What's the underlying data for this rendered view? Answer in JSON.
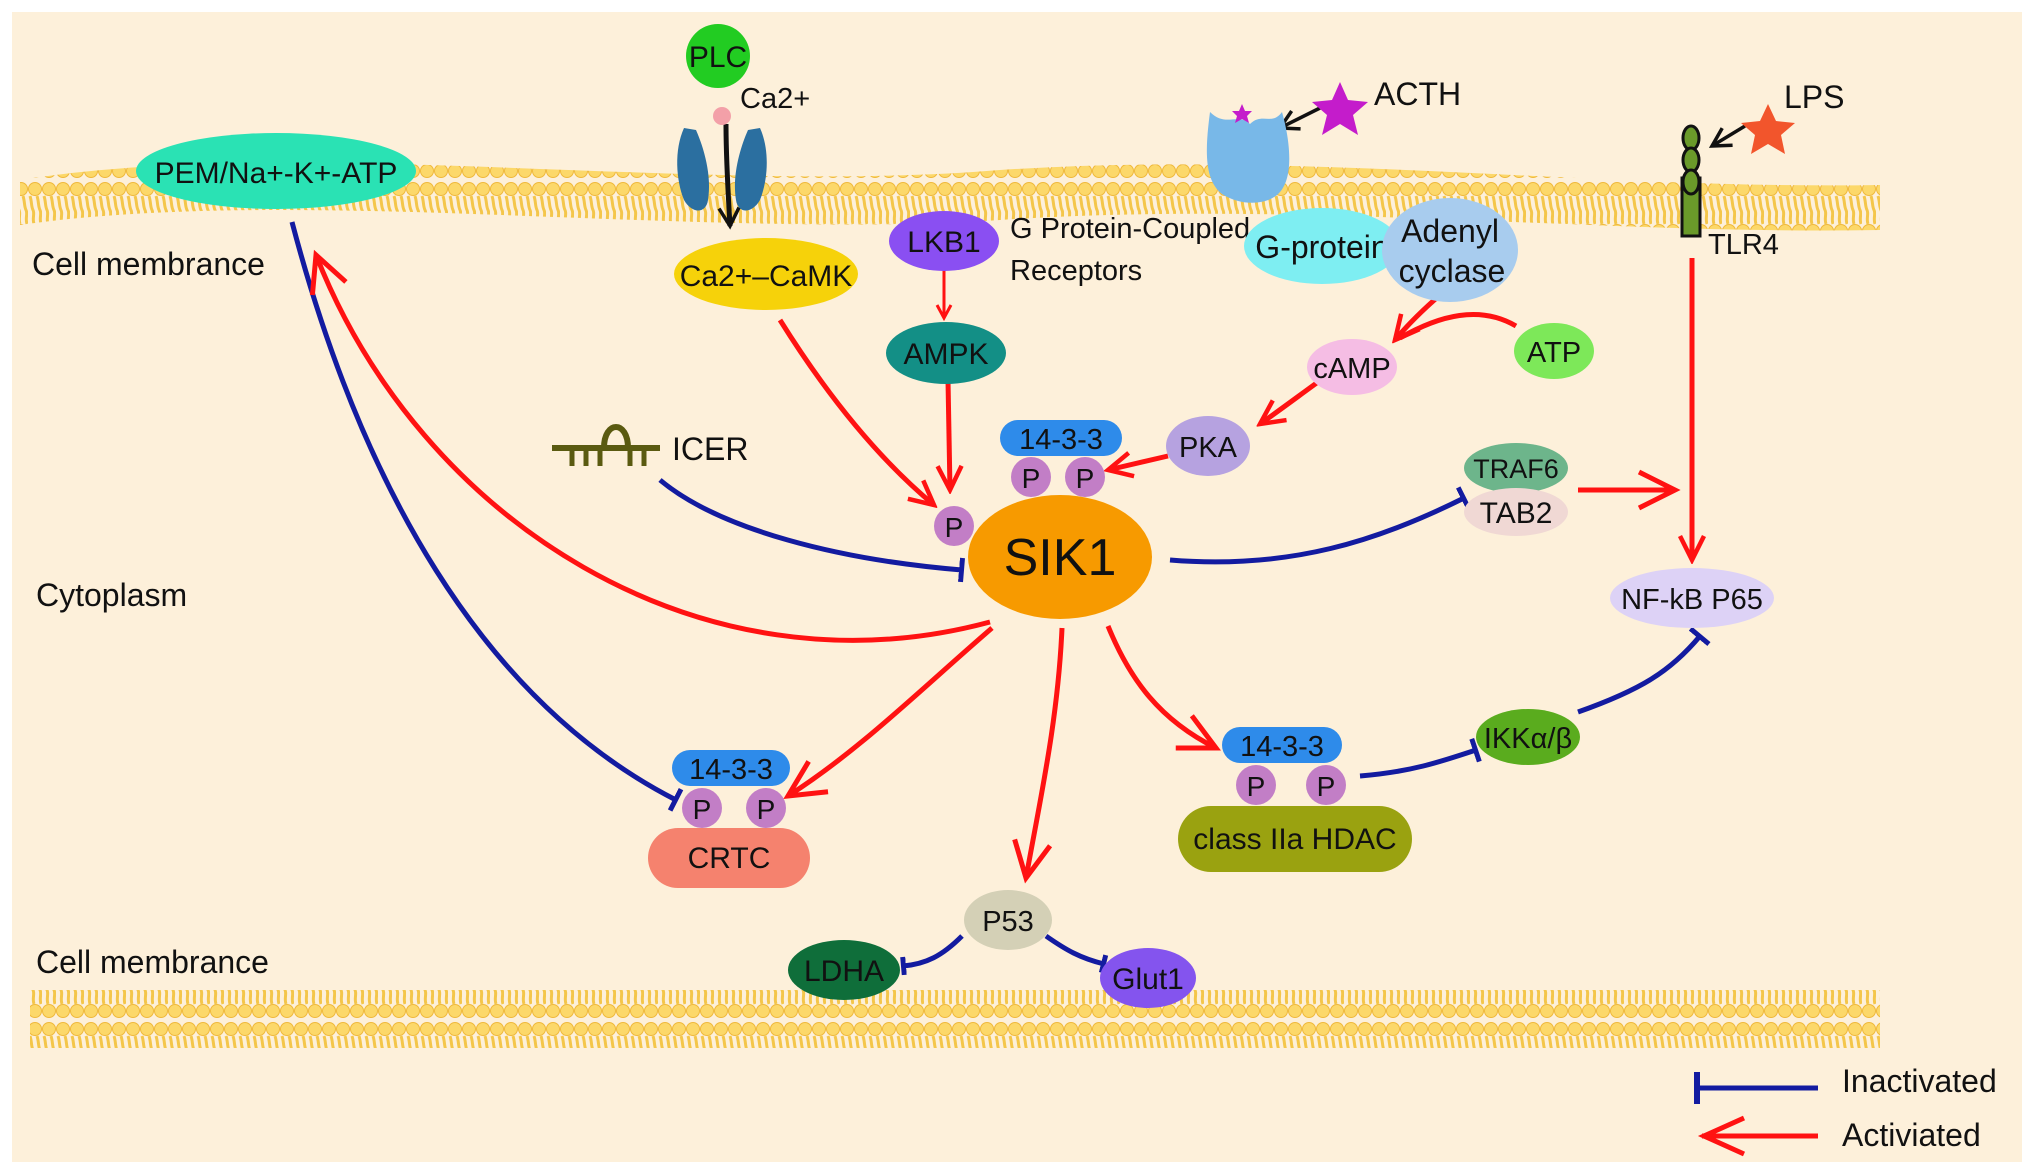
{
  "regions": {
    "membrane_top": "Cell membrance",
    "cytoplasm": "Cytoplasm",
    "membrane_bottom": "Cell membrance"
  },
  "nodes": {
    "plc": "PLC",
    "ca2": "Ca2+",
    "camk": "Ca2+–CaMK",
    "pem": "PEM/Na+-K+-ATP",
    "lkb1": "LKB1",
    "gpcr_line1": "G Protein-Coupled",
    "gpcr_line2": "Receptors",
    "acth": "ACTH",
    "gprotein": "G-protein",
    "adenyl_line1": "Adenyl",
    "adenyl_line2": "cyclase",
    "lps": "LPS",
    "tlr4": "TLR4",
    "ampk": "AMPK",
    "camp": "cAMP",
    "atp": "ATP",
    "pka": "PKA",
    "icer": "ICER",
    "sik1": "SIK1",
    "p": "P",
    "protein_1433": "14-3-3",
    "traf6": "TRAF6",
    "tab2": "TAB2",
    "nfkb": "NF-kB P65",
    "ikk": "IKKα/β",
    "crtc": "CRTC",
    "hdac": "class IIa HDAC",
    "p53": "P53",
    "ldha": "LDHA",
    "glut1": "Glut1"
  },
  "legend": {
    "inactivated": "Inactivated",
    "activated": "Activiated"
  },
  "colors": {
    "background": "#fdf0da",
    "activation": "#ff1212",
    "inhibition": "#131ba0",
    "membrane": "#fcd86a",
    "sik1": "#f79a00"
  }
}
